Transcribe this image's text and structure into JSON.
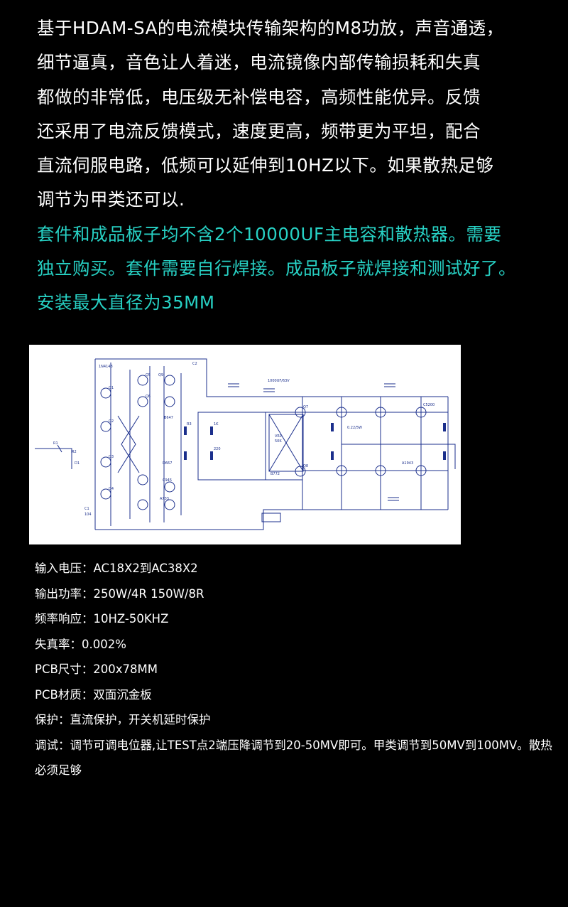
{
  "description": {
    "white_lines": [
      "基于HDAM-SA的电流模块传输架构的M8功放，声音通透，",
      "细节逼真，音色让人着迷，电流镜像内部传输损耗和失真",
      "都做的非常低，电压级无补偿电容，高频性能优异。反馈",
      "还采用了电流反馈模式，速度更高，频带更为平坦，配合",
      "直流伺服电路，低频可以延伸到10HZ以下。如果散热足够",
      "调节为甲类还可以."
    ],
    "cyan_lines": [
      "套件和成品板子均不含2个10000UF主电容和散热器。需要",
      "独立购买。套件需要自行焊接。成品板子就焊接和测试好了。",
      "安装最大直径为35MM"
    ]
  },
  "schematic": {
    "labels": [
      "R1",
      "R2",
      "R3",
      "Q1",
      "Q2",
      "Q3",
      "Q4",
      "Q5",
      "Q6",
      "Q7",
      "Q8",
      "Q9",
      "A733",
      "C945",
      "B647",
      "D667",
      "A1943",
      "C5200",
      "1000UF/63V",
      "D1",
      "VR1",
      "50K",
      "1K",
      "220",
      "0.22/5W",
      "1N4148",
      "C1",
      "C2",
      "104",
      "B772"
    ]
  },
  "specs": [
    "输入电压：AC18X2到AC38X2",
    "输出功率：250W/4R 150W/8R",
    "频率响应：10HZ-50KHZ",
    "失真率：0.002%",
    "PCB尺寸：200x78MM",
    "PCB材质：双面沉金板",
    "保护：直流保护，开关机延时保护"
  ],
  "specs_debug": "调试：调节可调电位器,让TEST点2端压降调节到20-50MV即可。甲类调节到50MV到100MV。散热必须足够",
  "colors": {
    "background": "#000000",
    "text": "#ffffff",
    "highlight": "#27d1c4",
    "schematic_line": "#1b2f8c"
  }
}
